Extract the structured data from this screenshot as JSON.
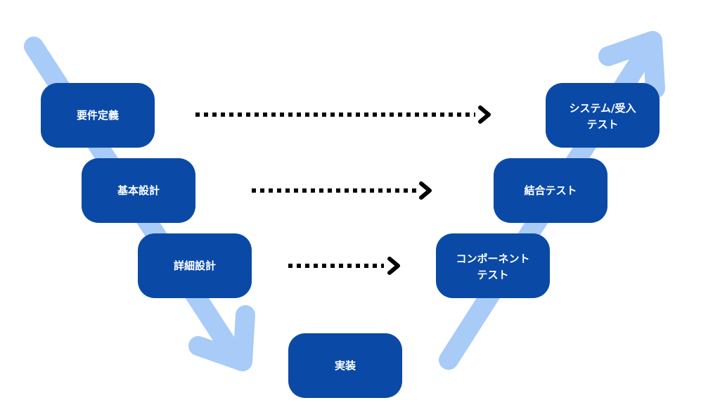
{
  "colors": {
    "box_fill": "#0a4aa6",
    "box_text": "#ffffff",
    "flow_arrow": "#a8cbf7",
    "dotted_connector": "#000000"
  },
  "phases": {
    "requirements": "要件定義",
    "basic_design": "基本設計",
    "detailed_design": "詳細設計",
    "implementation": "実装",
    "component_test": [
      "コンポーネント",
      "テスト"
    ],
    "integration_test": "結合テスト",
    "system_test": [
      "システム/受入",
      "テスト"
    ]
  }
}
